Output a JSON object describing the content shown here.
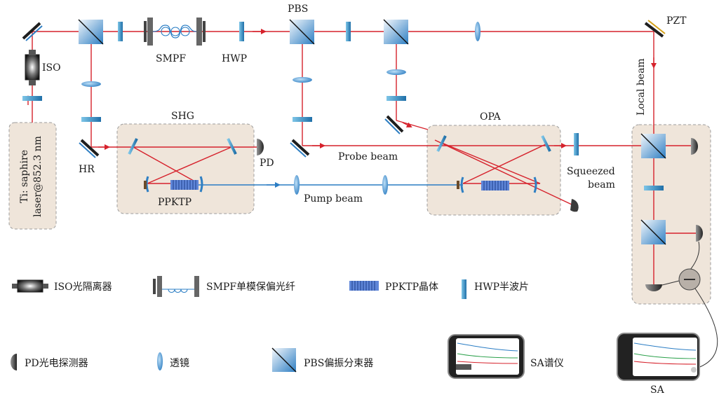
{
  "labels": {
    "laser": "Ti: saphire",
    "laser_wavelength": "laser@852.3 nm",
    "iso": "ISO",
    "smpf": "SMPF",
    "hwp": "HWP",
    "pbs": "PBS",
    "pzt": "PZT",
    "local_beam": "Local beam",
    "shg": "SHG",
    "opa": "OPA",
    "hr": "HR",
    "pd": "PD",
    "ppktp": "PPKTP",
    "probe_beam": "Probe beam",
    "pump_beam": "Pump beam",
    "squeezed_line1": "Squeezed",
    "squeezed_line2": "beam",
    "sa": "SA"
  },
  "legend": {
    "iso": "ISO光隔离器",
    "smpf": "SMPF单模保偏光纤",
    "ppktp": "PPKTP晶体",
    "hwp": "HWP半波片",
    "pd": "PD光电探测器",
    "lens": "透镜",
    "pbs": "PBS偏振分束器",
    "sa": "SA谱仪"
  },
  "colors": {
    "laser_beam": "#d6222c",
    "pump_beam": "#2a7dc4",
    "box_fill": "#efe5da",
    "box_border": "#9c9c9c",
    "optic_blue": "#3a8fc8"
  }
}
